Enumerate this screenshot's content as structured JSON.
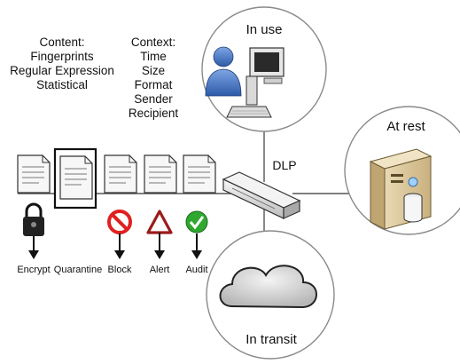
{
  "content_block": {
    "heading": "Content:",
    "items": [
      "Fingerprints",
      "Regular Expression",
      "Statistical"
    ]
  },
  "context_block": {
    "heading": "Context:",
    "items": [
      "Time",
      "Size",
      "Format",
      "Sender",
      "Recipient"
    ]
  },
  "states": {
    "in_use": "In use",
    "at_rest": "At rest",
    "in_transit": "In transit"
  },
  "dlp_label": "DLP",
  "actions": [
    {
      "label": "Encrypt",
      "icon": "padlock-icon"
    },
    {
      "label": "Quarantine",
      "icon": "quarantine-frame-icon"
    },
    {
      "label": "Block",
      "icon": "no-entry-icon"
    },
    {
      "label": "Alert",
      "icon": "warning-triangle-icon"
    },
    {
      "label": "Audit",
      "icon": "checkmark-icon"
    }
  ],
  "colors": {
    "block_red": "#e02020",
    "alert_dark_red": "#9b1b1b",
    "audit_green": "#2ea82e",
    "user_blue": "#3a6fc4"
  }
}
